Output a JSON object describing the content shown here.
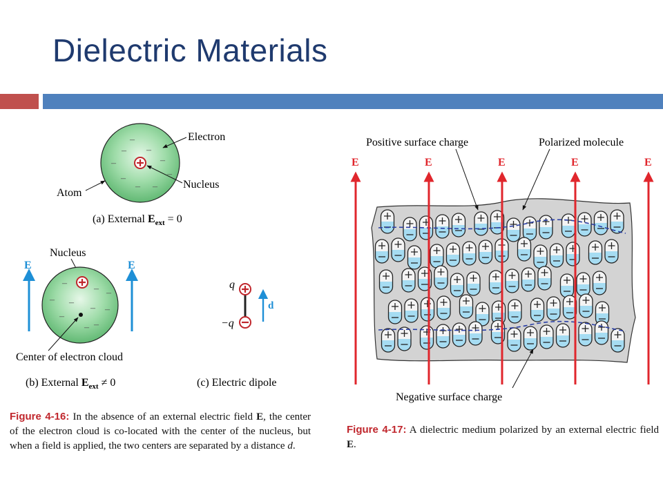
{
  "title": "Dielectric Materials",
  "colors": {
    "title": "#1f3a6e",
    "accent_red": "#c0504d",
    "accent_blue": "#4f81bd",
    "field_red": "#e0262c",
    "field_blue": "#1e8fd6",
    "atom_green": "#7fcf8c",
    "medium_gray": "#d3d3d3",
    "molecule_cyan": "#a6dcf2"
  },
  "fig16": {
    "a": {
      "electron": "Electron",
      "nucleus": "Nucleus",
      "atom": "Atom",
      "caption_pre": "(a) External ",
      "caption_sym": "E",
      "caption_sub": "ext",
      "caption_post": " = 0"
    },
    "b": {
      "nucleus": "Nucleus",
      "E": "E",
      "center": "Center of electron cloud",
      "caption_pre": "(b) External ",
      "caption_sym": "E",
      "caption_sub": "ext",
      "caption_post": " ≠ 0"
    },
    "c": {
      "q_pos": "q",
      "q_neg": "−q",
      "d": "d",
      "caption": "(c)  Electric dipole"
    },
    "caption": {
      "label": "Figure 4-16:",
      "t1": " In the absence of an external electric field ",
      "E": "E",
      "t2": ", the center of the electron cloud is co-located with the center of the nucleus, but when a field is applied, the two centers are separated by a distance ",
      "d": "d",
      "t3": "."
    }
  },
  "fig17": {
    "E": "E",
    "positive": "Positive surface charge",
    "polarized": "Polarized molecule",
    "negative": "Negative surface charge",
    "caption": {
      "label": "Figure 4-17:",
      "t1": " A dielectric medium polarized by an external electric field ",
      "E": "E",
      "t2": "."
    }
  }
}
